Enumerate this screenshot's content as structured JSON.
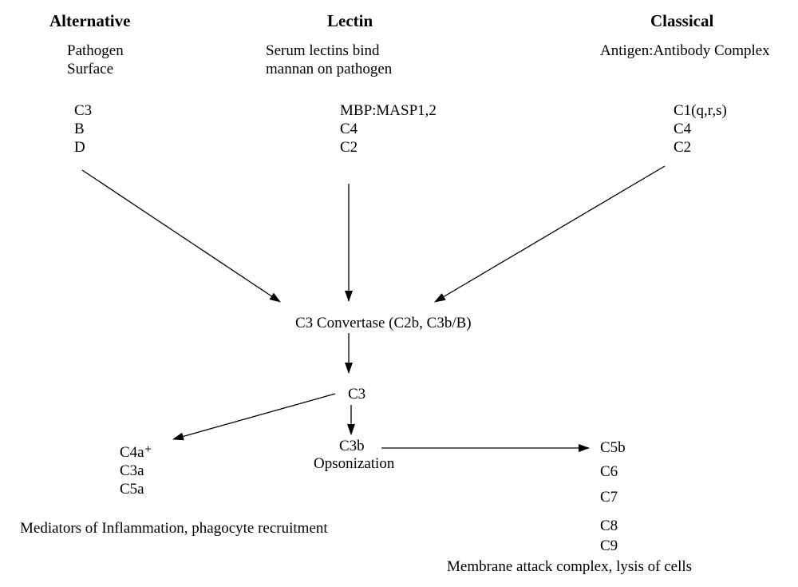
{
  "pathways": {
    "alternative": {
      "title": "Alternative",
      "trigger_line1": "Pathogen",
      "trigger_line2": "Surface",
      "components": [
        "C3",
        "B",
        "D"
      ]
    },
    "lectin": {
      "title": "Lectin",
      "trigger_line1": "Serum lectins bind",
      "trigger_line2": "mannan on pathogen",
      "components": [
        "MBP:MASP1,2",
        "C4",
        "C2"
      ]
    },
    "classical": {
      "title": "Classical",
      "trigger_line1": "Antigen:Antibody Complex",
      "components": [
        "C1(q,r,s)",
        "C4",
        "C2"
      ]
    }
  },
  "convertase": "C3 Convertase (C2b, C3b/B)",
  "c3": "C3",
  "inflammation": {
    "components": [
      "C4a⁺",
      "C3a",
      "C5a"
    ],
    "caption": "Mediators of Inflammation, phagocyte recruitment"
  },
  "opsonization": {
    "component": "C3b",
    "caption": "Opsonization"
  },
  "mac": {
    "components": [
      "C5b",
      "C6",
      "C7",
      "C8",
      "C9"
    ],
    "caption": "Membrane attack complex, lysis of cells"
  }
}
